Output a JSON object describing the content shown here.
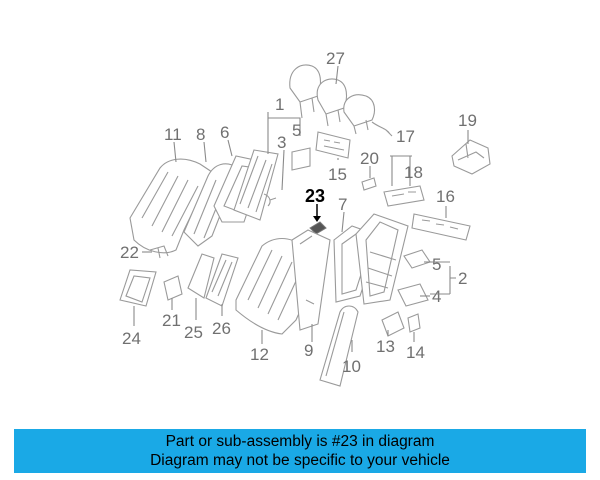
{
  "highlight_part": "23",
  "callouts": {
    "c1": "1",
    "c2": "2",
    "c3": "3",
    "c4": "4",
    "c5a": "5",
    "c5b": "5",
    "c6": "6",
    "c7": "7",
    "c8": "8",
    "c9": "9",
    "c10": "10",
    "c11": "11",
    "c12": "12",
    "c13": "13",
    "c14": "14",
    "c15": "15",
    "c16": "16",
    "c17": "17",
    "c18": "18",
    "c19": "19",
    "c20": "20",
    "c21": "21",
    "c22": "22",
    "c23": "23",
    "c24": "24",
    "c25": "25",
    "c26": "26",
    "c27": "27"
  },
  "banner": {
    "line1": "Part or sub-assembly is #23 in diagram",
    "line2": "Diagram may not be specific to your vehicle"
  },
  "colors": {
    "banner_bg": "#1aa9e6",
    "linework": "#9a9a9a",
    "highlight": "#000000"
  }
}
